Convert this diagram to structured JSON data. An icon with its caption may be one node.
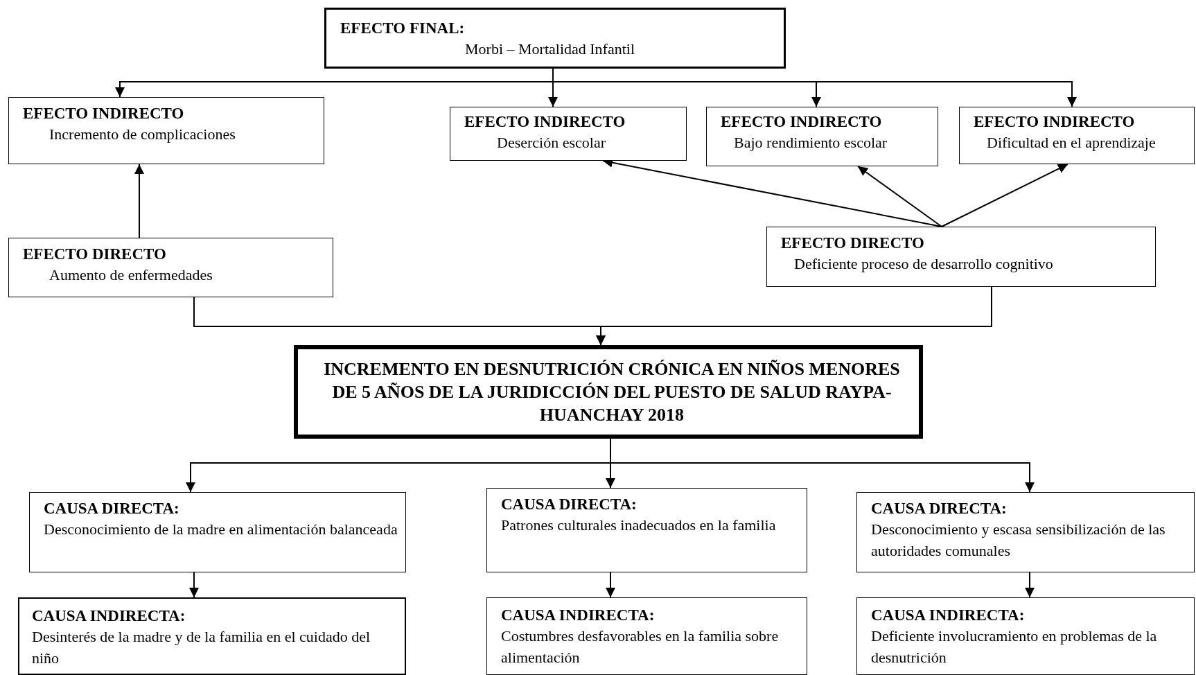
{
  "diagram": {
    "nodes": [
      {
        "text": [
          "**EFECTO FINAL**:",
          "Morbi – Mortalidad Infantil"
        ]
      },
      {
        "text": [
          "EFECTO INDIRECTO",
          "Incremento de complicaciones"
        ]
      },
      {
        "text": [
          "EFECTO INDIRECTO",
          "Deserción escolar"
        ]
      },
      {
        "text": [
          "EFECTO INDIRECTO",
          "Bajo rendimiento escolar"
        ]
      },
      {
        "text": [
          "EFECTO INDIRECTO",
          "Dificultad en el aprendizaje"
        ]
      },
      {
        "text": [
          "EFECTO DIRECTO",
          "Aumento de enfermedades"
        ]
      },
      {
        "text": [
          "EFECTO DIRECTO",
          "Deficiente proceso de desarrollo cognitivo"
        ]
      },
      {
        "text": [
          "INCREMENTO EN DESNUTRICIÓN CRÓNICA EN NIÑOS MENORES DE 5 AÑOS DE LA JURIDICCIÓN DEL PUESTO DE SALUD RAYPA-HUANCHAY 2018"
        ]
      },
      {
        "text": [
          "CAUSA DIRECTA:",
          "Desconocimiento de la madre en alimentación balanceada"
        ]
      },
      {
        "text": [
          "CAUSA DIRECTA:",
          "Patrones culturales inadecuados en la familia"
        ]
      },
      {
        "text": [
          "CAUSA DIRECTA:",
          "Desconocimiento y escasa sensibilización de las autoridades comunales"
        ]
      },
      {
        "text": [
          "CAUSA INDIRECTA:",
          "Desinterés de la madre y de la familia en el cuidado del niño"
        ]
      },
      {
        "text": [
          "CAUSA INDIRECTA:",
          "Costumbres desfavorables en la familia sobre alimentación"
        ]
      },
      {
        "text": [
          "CAUSA INDIRECTA:",
          "Deficiente involucramiento en problemas de la desnutrición"
        ]
      }
    ],
    "edges": [
      {
        "from": 0,
        "to": 1,
        "arrow": "to"
      },
      {
        "from": 0,
        "to": 2,
        "arrow": "to"
      },
      {
        "from": 0,
        "to": 3,
        "arrow": "to"
      },
      {
        "from": 0,
        "to": 4,
        "arrow": "to"
      },
      {
        "from": 5,
        "to": 1,
        "arrow": "to"
      },
      {
        "from": 6,
        "to": 2,
        "arrow": "to"
      },
      {
        "from": 6,
        "to": 3,
        "arrow": "to"
      },
      {
        "from": 6,
        "to": 4,
        "arrow": "to"
      },
      {
        "from": 5,
        "to": 7,
        "arrow": "to"
      },
      {
        "from": 6,
        "to": 7,
        "arrow": "to"
      },
      {
        "from": 7,
        "to": 8,
        "arrow": "to"
      },
      {
        "from": 7,
        "to": 9,
        "arrow": "to"
      },
      {
        "from": 7,
        "to": 10,
        "arrow": "to"
      },
      {
        "from": 8,
        "to": 11,
        "arrow": "to"
      },
      {
        "from": 9,
        "to": 12,
        "arrow": "to"
      },
      {
        "from": 10,
        "to": 13,
        "arrow": "to"
      }
    ]
  }
}
